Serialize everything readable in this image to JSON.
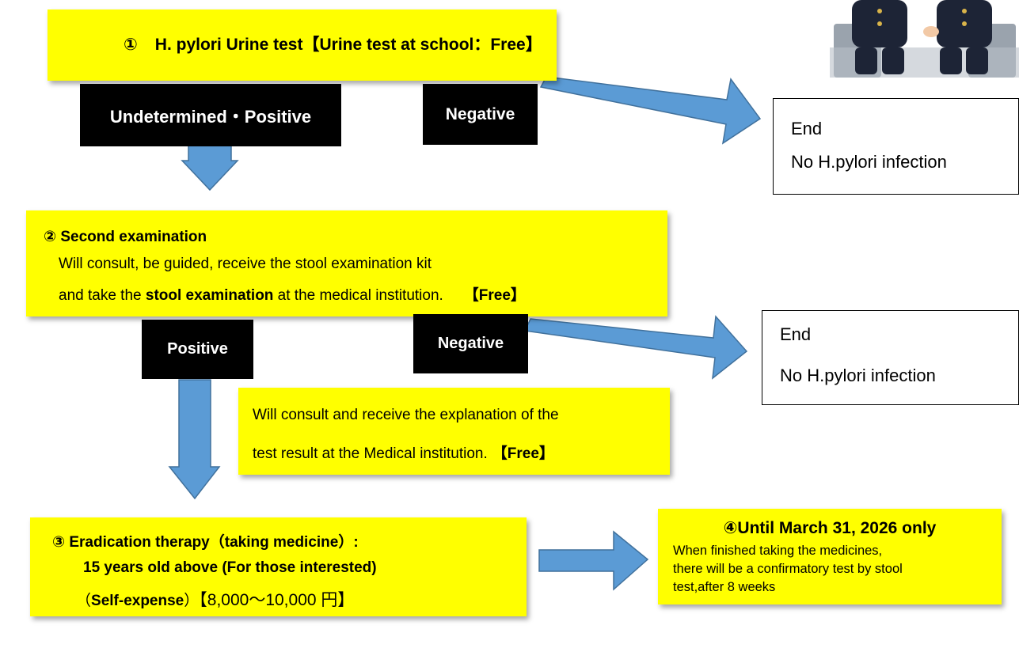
{
  "colors": {
    "step_fill": "#ffff00",
    "arrow_fill": "#5b9bd5",
    "arrow_stroke": "#41719c",
    "label_fill": "#000000",
    "result_border": "#000000"
  },
  "step1": {
    "number": "①",
    "text": "H. pylori Urine test【Urine test at school：Free】"
  },
  "step1_results": {
    "positive": "Undetermined・Positive",
    "negative": "Negative"
  },
  "end1": {
    "line1": "End",
    "line2": "No H.pylori infection"
  },
  "step2": {
    "title": "② Second examination",
    "line1": "Will consult, be guided, receive the stool examination kit",
    "line2_pre": "and take the ",
    "line2_bold": "stool examination",
    "line2_post": " at the medical institution.",
    "free": "【Free】"
  },
  "step2_results": {
    "positive": "Positive",
    "negative": "Negative"
  },
  "end2": {
    "line1": "End",
    "line2": "No H.pylori infection"
  },
  "negative_note": {
    "line1": "Will consult and receive the explanation of the",
    "line2": "test result at the Medical institution.",
    "free": "【Free】"
  },
  "step3": {
    "line1": "③ Eradication therapy（taking medicine）:",
    "line2": "15 years old above (For those interested)",
    "line3_open": "（",
    "line3_bold": "Self-expense",
    "line3_close": "）",
    "price": "【8,000～10,000 円】"
  },
  "step4": {
    "title": "④Until March 31, 2026 only",
    "line1": "When finished taking the medicines,",
    "line2": "there will be a confirmatory test by stool",
    "line3": "test,after 8 weeks"
  },
  "illustration": "two-students-sitting-illustration"
}
